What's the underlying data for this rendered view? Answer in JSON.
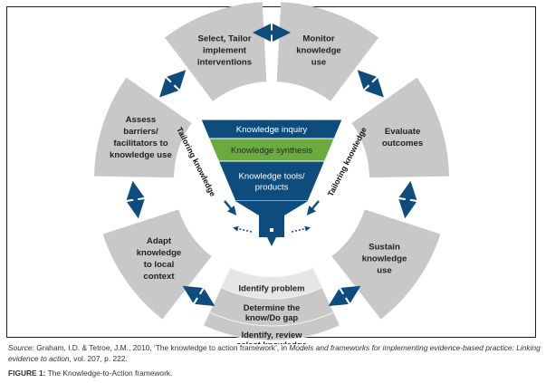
{
  "figure": {
    "cycle_segments": [
      {
        "id": "select-tailor",
        "lines": [
          "Select, Tailor",
          "implement",
          "interventions"
        ]
      },
      {
        "id": "monitor",
        "lines": [
          "Monitor",
          "knowledge",
          "use"
        ]
      },
      {
        "id": "evaluate",
        "lines": [
          "Evaluate",
          "outcomes"
        ]
      },
      {
        "id": "sustain",
        "lines": [
          "Sustain",
          "knowledge",
          "use"
        ]
      },
      {
        "id": "adapt",
        "lines": [
          "Adapt",
          "knowledge",
          "to local",
          "context"
        ]
      },
      {
        "id": "assess",
        "lines": [
          "Assess",
          "barriers/",
          "facilitators to",
          "knowledge use"
        ]
      }
    ],
    "bottom_segment": {
      "rows": [
        {
          "lines": [
            "Identify problem"
          ]
        },
        {
          "lines": [
            "Determine the",
            "know/Do gap"
          ]
        },
        {
          "lines": [
            "Identify, review",
            "select knowledge"
          ]
        }
      ]
    },
    "funnel": {
      "layers": [
        {
          "lines": [
            "Knowledge inquiry"
          ],
          "color": "#0e4c7e"
        },
        {
          "lines": [
            "Knowledge synthesis"
          ],
          "color": "#6aaa3e"
        },
        {
          "lines": [
            "Knowledge tools/",
            "products"
          ],
          "color": "#0e4c7e"
        }
      ],
      "side_label_left": "Tailoring knowledge",
      "side_label_right": "Tailoring knowledge"
    },
    "colors": {
      "segment": "#c8c8c8",
      "segment_light": "#e6e6e6",
      "arrow": "#0e4c7e",
      "funnel_blue": "#0e4c7e",
      "funnel_green": "#6aaa3e"
    }
  },
  "source": {
    "label": "Source",
    "text_1": ": Graham, I.D. & Tetroe, J.M., 2010, ‘The knowledge to action framework’, in ",
    "title_italic": "Models and frameworks for implementing evidence-based practice: Linking evidence to action",
    "text_2": ", vol. 207, p. 222."
  },
  "caption": {
    "label": "FIGURE 1:",
    "text": " The Knowledge-to-Action framework."
  }
}
